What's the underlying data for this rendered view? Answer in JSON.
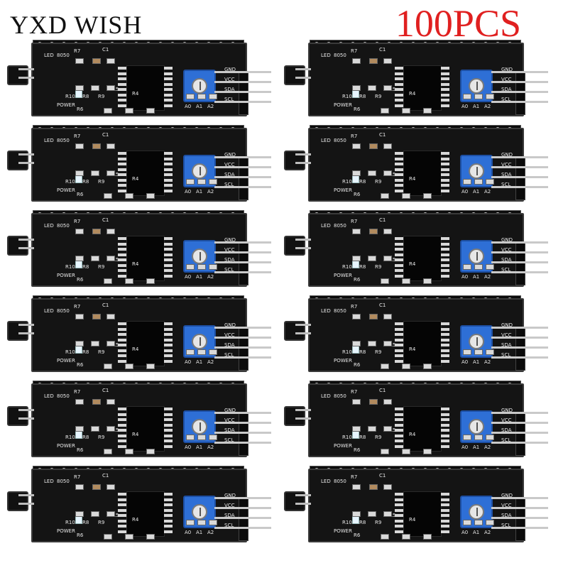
{
  "brand": "YXD WISH",
  "quantity_label": "100PCS",
  "colors": {
    "quantity_text": "#e02020",
    "pcb": "#141414",
    "potentiometer": "#2e6fd6"
  },
  "board_silkscreen": {
    "led": "LED",
    "transistor": "8050",
    "r7": "R7",
    "c1": "C1",
    "r10": "R10",
    "r8": "R8",
    "r9": "R9",
    "r6": "R6",
    "r4": "R4",
    "r5": "R5",
    "power": "POWER",
    "a0": "A0",
    "a1": "A1",
    "a2": "A2",
    "gnd": "GND",
    "vcc": "VCC",
    "sda": "SDA",
    "scl": "SCL"
  },
  "grid": {
    "columns": 2,
    "rows": 6
  }
}
